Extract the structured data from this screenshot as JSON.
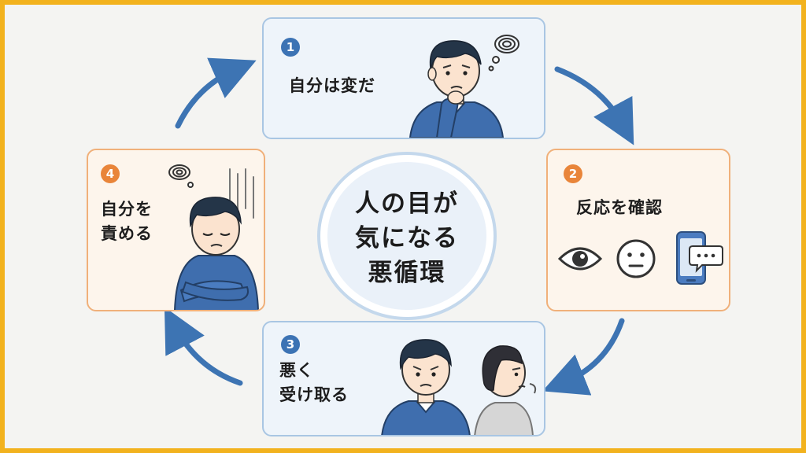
{
  "center": {
    "line1": "人の目が",
    "line2": "気になる",
    "line3": "悪循環"
  },
  "steps": [
    {
      "number": "1",
      "label_lines": [
        "自分は変だ"
      ],
      "accent": "#3C73B4"
    },
    {
      "number": "2",
      "label_lines": [
        "反応を確認"
      ],
      "accent": "#E9853A",
      "icons": [
        "eye-icon",
        "neutral-face-icon",
        "phone-chat-icon"
      ]
    },
    {
      "number": "3",
      "label_lines": [
        "悪く",
        "受け取る"
      ],
      "accent": "#3C73B4"
    },
    {
      "number": "4",
      "label_lines": [
        "自分を",
        "責める"
      ],
      "accent": "#E9853A"
    }
  ],
  "colors": {
    "frame_border": "#F2B21E",
    "arrow": "#3D74B3",
    "blue_card_border": "#A9C6E3",
    "orange_card_border": "#F0B07A",
    "shirt": "#3F6EAE"
  }
}
